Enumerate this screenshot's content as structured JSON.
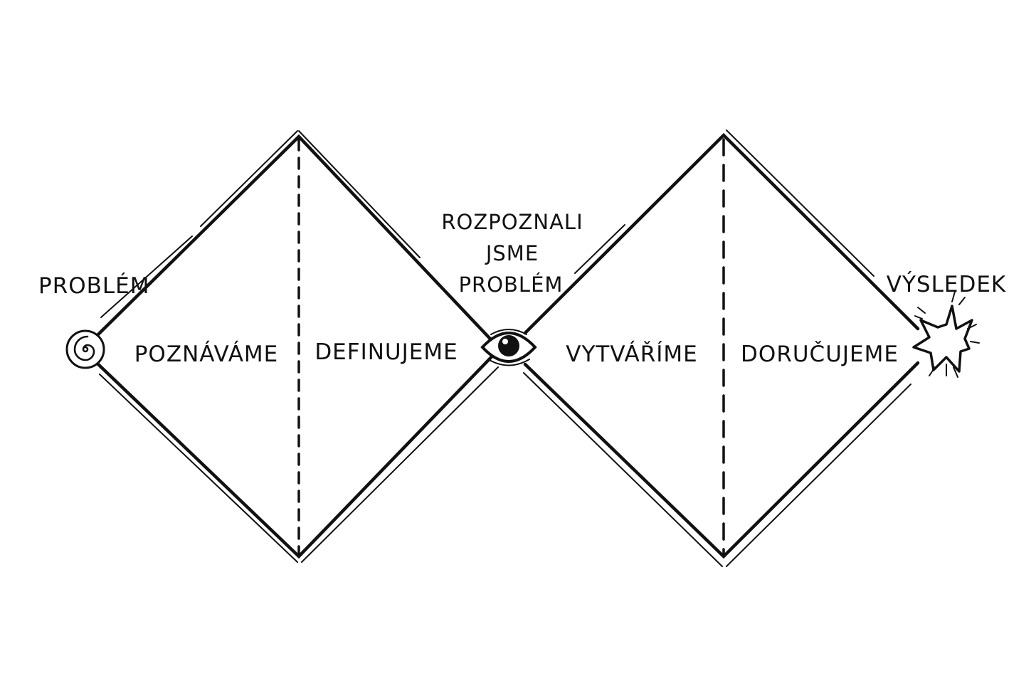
{
  "labels": {
    "start": "PROBLÉM",
    "midpoint": [
      "ROZPOZNALI",
      "JSME",
      "PROBLÉM"
    ],
    "end": "VÝSLEDEK"
  },
  "phases": [
    "POZNÁVÁME",
    "DEFINUJEME",
    "VYTVÁŘÍME",
    "DORUČUJEME"
  ],
  "icons": {
    "start": "spiral-icon",
    "midpoint": "eye-icon",
    "end": "starburst-icon"
  },
  "colors": {
    "ink": "#111111",
    "background": "#ffffff"
  }
}
